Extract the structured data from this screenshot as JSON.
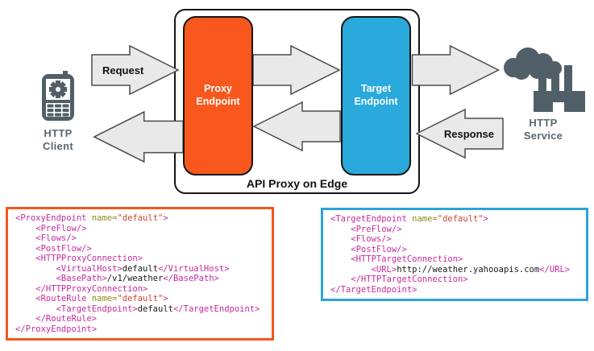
{
  "diagram": {
    "container_label": "API Proxy on Edge",
    "proxy_endpoint": {
      "line1": "Proxy",
      "line2": "Endpoint",
      "color": "#F8581D"
    },
    "target_endpoint": {
      "line1": "Target",
      "line2": "Endpoint",
      "color": "#29A9DC"
    },
    "request_label": "Request",
    "response_label": "Response",
    "client": {
      "line1": "HTTP",
      "line2": "Client",
      "icon": "mobile-phone-with-gear-and-keypad"
    },
    "service": {
      "line1": "HTTP",
      "line2": "Service",
      "icon": "factory-with-smoke-cloud"
    }
  },
  "colors": {
    "proxy_orange": "#F8581D",
    "target_blue": "#29A9DC",
    "arrow_fill": "#E9E9E9",
    "arrow_stroke": "#4C4C4C",
    "icon_slate": "#515F68",
    "actor_label_gray": "#5A676F",
    "xml_tag": "#C62A9C",
    "xml_attr": "#8F8A1D",
    "xml_value": "#CE4334",
    "xml_text": "#1A1A1A",
    "code_border_proxy": "#F4581C",
    "code_border_target": "#2BA4D9"
  },
  "code_blocks": [
    {
      "id": "proxy",
      "border_color": "#F4581C",
      "lines": [
        [
          [
            "tag",
            "<ProxyEndpoint "
          ],
          [
            "attr",
            "name="
          ],
          [
            "val",
            "\"default\""
          ],
          [
            "tag",
            ">"
          ]
        ],
        [
          [
            "tag",
            "    <PreFlow/>"
          ]
        ],
        [
          [
            "tag",
            "    <Flows/>"
          ]
        ],
        [
          [
            "tag",
            "    <PostFlow/>"
          ]
        ],
        [
          [
            "tag",
            "    <HTTPProxyConnection>"
          ]
        ],
        [
          [
            "tag",
            "        <VirtualHost>"
          ],
          [
            "txt",
            "default"
          ],
          [
            "tag",
            "</VirtualHost>"
          ]
        ],
        [
          [
            "tag",
            "        <BasePath>"
          ],
          [
            "txt",
            "/v1/weather"
          ],
          [
            "tag",
            "</BasePath>"
          ]
        ],
        [
          [
            "tag",
            "    </HTTPProxyConnection>"
          ]
        ],
        [
          [
            "tag",
            "    <RouteRule "
          ],
          [
            "attr",
            "name="
          ],
          [
            "val",
            "\"default\""
          ],
          [
            "tag",
            ">"
          ]
        ],
        [
          [
            "tag",
            "        <TargetEndpoint>"
          ],
          [
            "txt",
            "default"
          ],
          [
            "tag",
            "</TargetEndpoint>"
          ]
        ],
        [
          [
            "tag",
            "    </RouteRule>"
          ]
        ],
        [
          [
            "tag",
            "</ProxyEndpoint>"
          ]
        ]
      ]
    },
    {
      "id": "target",
      "border_color": "#2BA4D9",
      "lines": [
        [
          [
            "tag",
            "<TargetEndpoint "
          ],
          [
            "attr",
            "name="
          ],
          [
            "val",
            "\"default\""
          ],
          [
            "tag",
            ">"
          ]
        ],
        [
          [
            "tag",
            "    <PreFlow/>"
          ]
        ],
        [
          [
            "tag",
            "    <Flows/>"
          ]
        ],
        [
          [
            "tag",
            "    <PostFlow/>"
          ]
        ],
        [
          [
            "tag",
            "    <HTTPTargetConnection>"
          ]
        ],
        [
          [
            "tag",
            "        <URL>"
          ],
          [
            "txt",
            "http://weather.yahooapis.com"
          ],
          [
            "tag",
            "</URL>"
          ]
        ],
        [
          [
            "tag",
            "    </HTTPTargetConnection>"
          ]
        ],
        [
          [
            "tag",
            "</TargetEndpoint>"
          ]
        ]
      ]
    }
  ]
}
